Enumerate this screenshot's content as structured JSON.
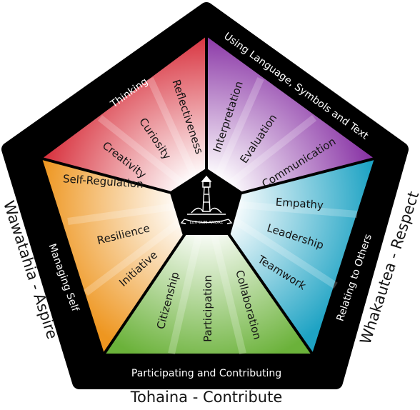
{
  "colors": {
    "frame": "#000000",
    "thinking": "#d8323e",
    "language": "#8a36a6",
    "relating": "#1ea3c4",
    "contributing": "#6bb23a",
    "managing": "#ee9620",
    "center": "#ffffff"
  },
  "center": {
    "motto": "LUX CUM AMORE",
    "icon": "lighthouse-crest-icon"
  },
  "segments": {
    "thinking": {
      "category": "Thinking",
      "items": [
        "Reflectiveness",
        "Curiosity",
        "Creativity"
      ]
    },
    "language": {
      "category": "Using Language, Symbols and Text",
      "items": [
        "Interpretation",
        "Evaluation",
        "Communication"
      ]
    },
    "relating": {
      "category": "Relating to Others",
      "items": [
        "Empathy",
        "Leadership",
        "Teamwork"
      ]
    },
    "contributing": {
      "category": "Participating and Contributing",
      "items": [
        "Citizenship",
        "Participation",
        "Collaboration"
      ]
    },
    "managing": {
      "category": "Managing Self",
      "items": [
        "Self-Regulation",
        "Resilience",
        "Initiative"
      ]
    }
  },
  "values": {
    "aspire": "Wawatahia - Aspire",
    "respect": "Whakautea - Respect",
    "contribute": "Tohaina - Contribute"
  }
}
